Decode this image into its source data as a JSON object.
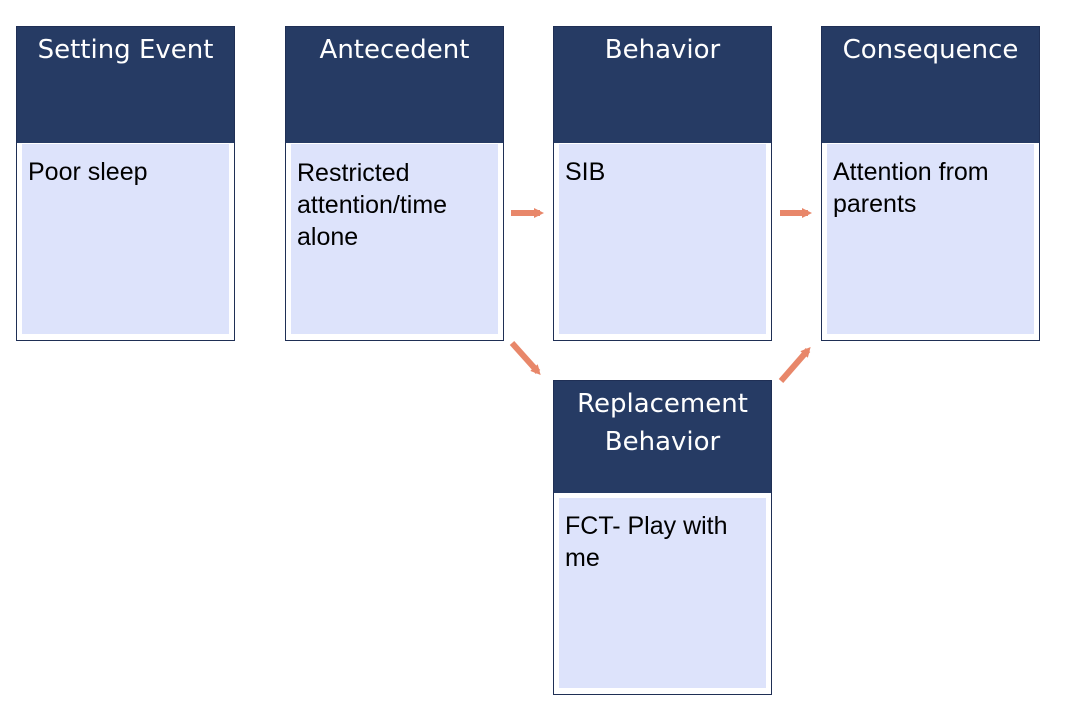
{
  "boxes": {
    "setting_event": {
      "title": "Setting Event",
      "body": "Poor sleep"
    },
    "antecedent": {
      "title": "Antecedent",
      "body": "Restricted attention/time alone"
    },
    "behavior": {
      "title": "Behavior",
      "body": "SIB"
    },
    "consequence": {
      "title": "Consequence",
      "body": "Attention from parents"
    },
    "replacement": {
      "title": "Replacement Behavior",
      "body": "FCT- Play with me"
    }
  },
  "colors": {
    "header_bg": "#263b64",
    "body_bg": "#dde3fb",
    "arrow": "#e8876a"
  }
}
